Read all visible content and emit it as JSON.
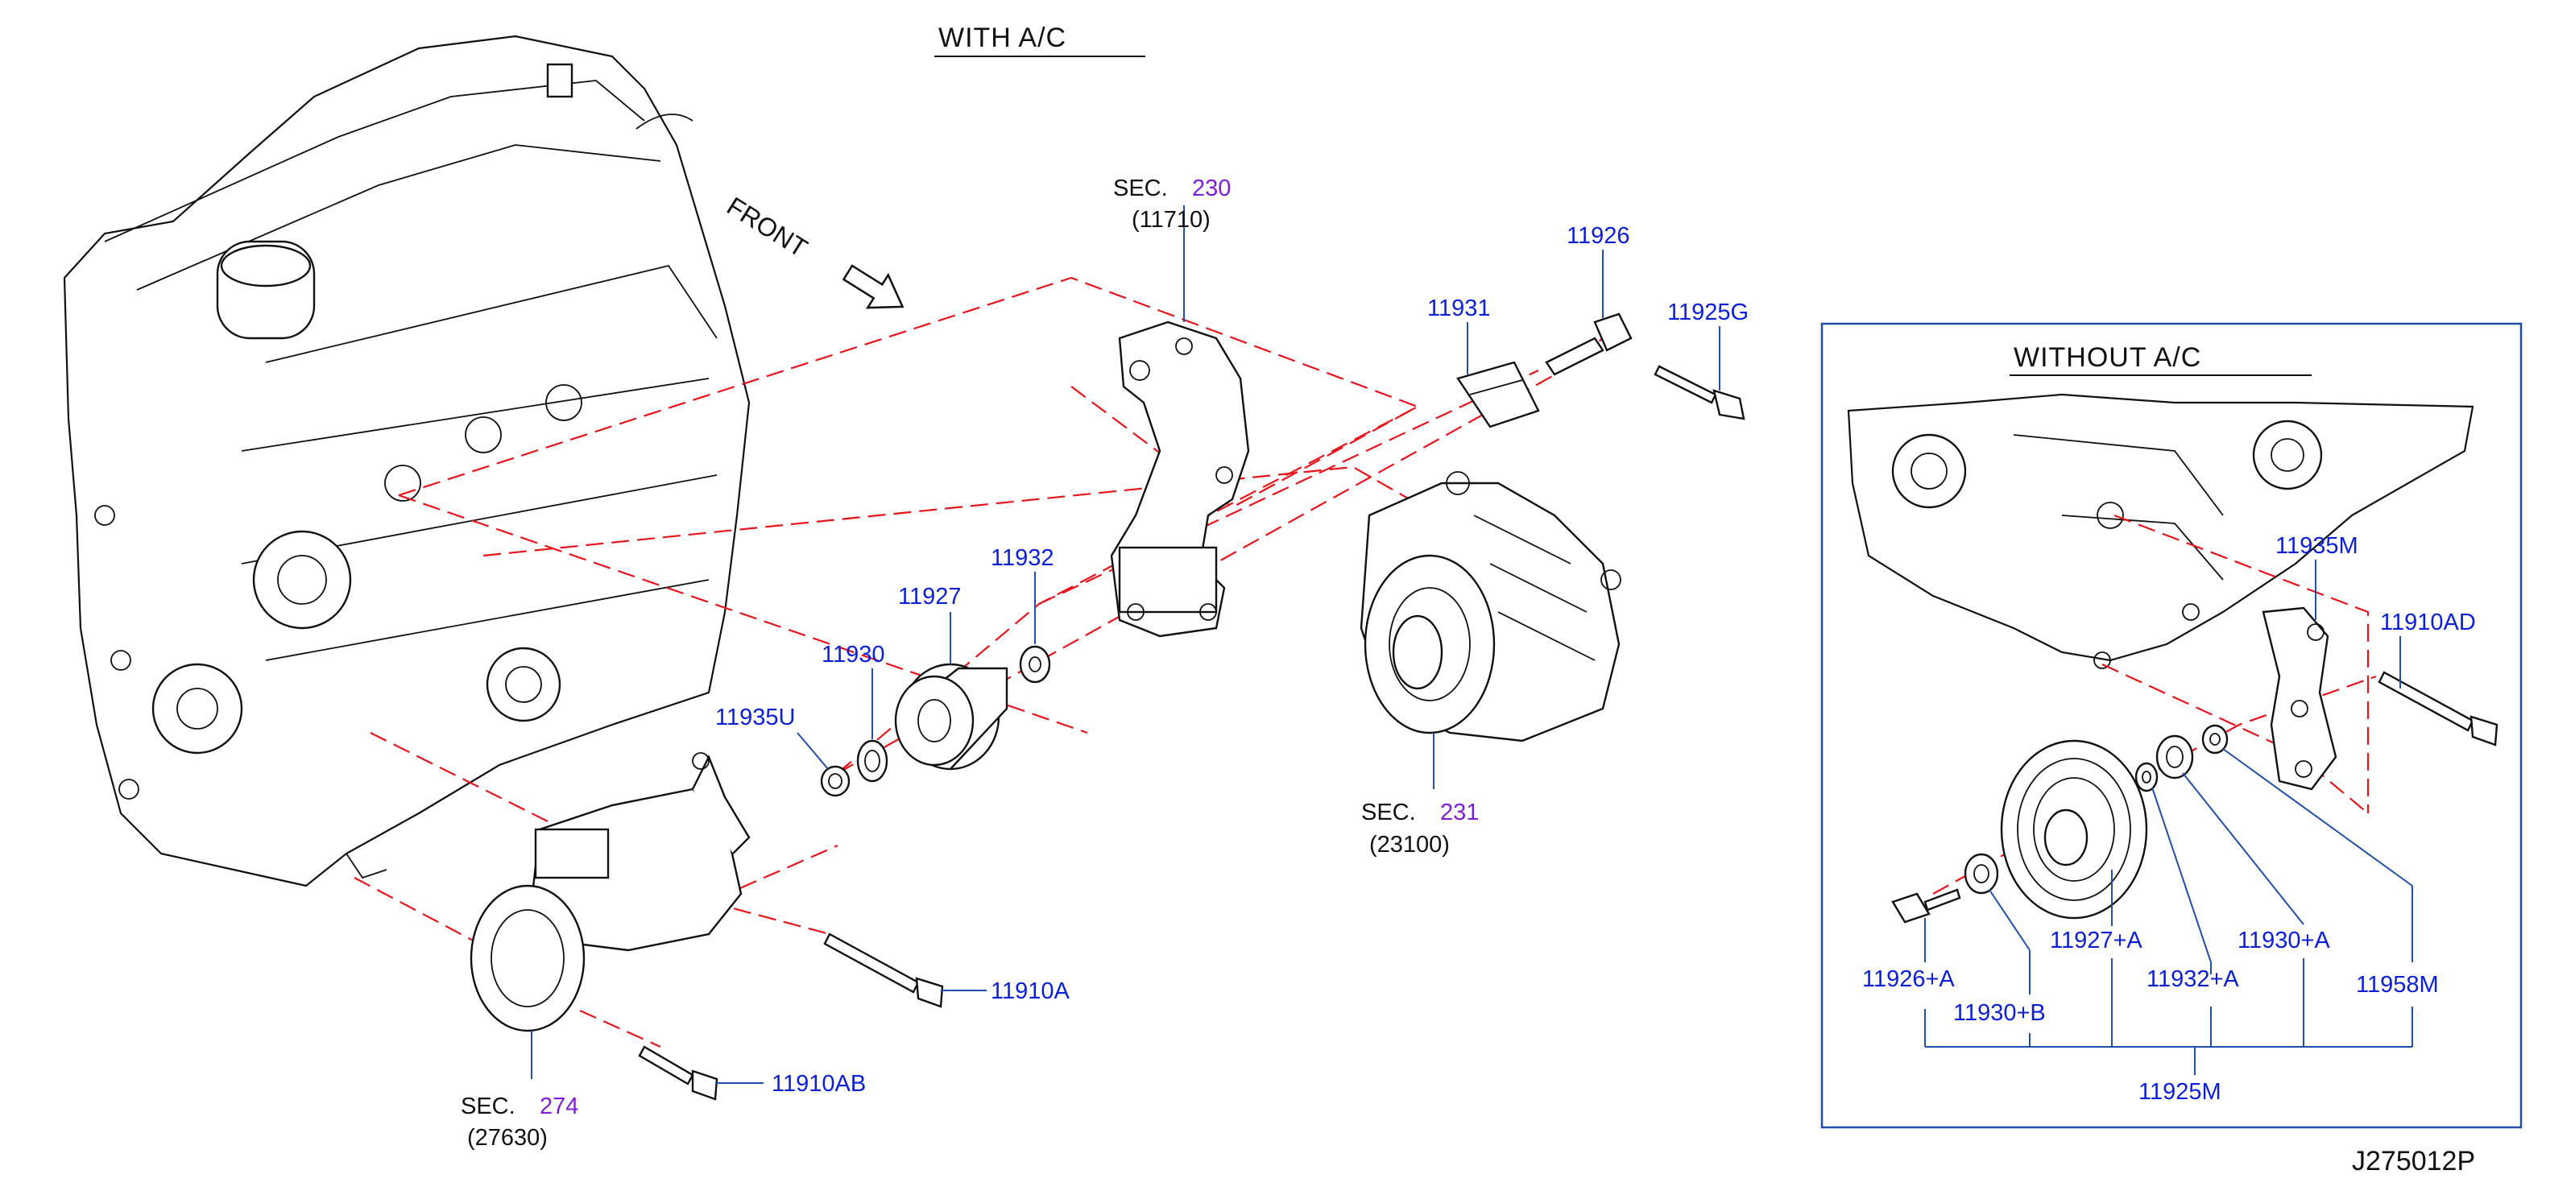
{
  "header": {
    "with_ac": "WITH  A/C"
  },
  "direction": {
    "label": "FRONT"
  },
  "inset": {
    "title": "WITHOUT  A/C"
  },
  "sections": {
    "bracket": {
      "prefix": "SEC.",
      "num": "230",
      "ref": "(11710)"
    },
    "alternator": {
      "prefix": "SEC.",
      "num": "231",
      "ref": "(23100)"
    },
    "compressor": {
      "prefix": "SEC.",
      "num": "274",
      "ref": "(27630)"
    }
  },
  "callouts": {
    "p11926": "11926",
    "p11931": "11931",
    "p11925G": "11925G",
    "p11932": "11932",
    "p11927": "11927",
    "p11930": "11930",
    "p11935U": "11935U",
    "p11910A": "11910A",
    "p11910AB": "11910AB"
  },
  "inset_callouts": {
    "p11935M": "11935M",
    "p11910AD": "11910AD",
    "p11927A": "11927+A",
    "p11930A": "11930+A",
    "p11926A": "11926+A",
    "p11932A": "11932+A",
    "p11930B": "11930+B",
    "p11958M": "11958M",
    "p11925M": "11925M"
  },
  "drawing_code": "J275012P",
  "colors": {
    "part_number": "#0a1fd6",
    "section_number": "#7d1fd6",
    "phantom_line": "#e8141a",
    "leader": "#1f4fa8"
  }
}
